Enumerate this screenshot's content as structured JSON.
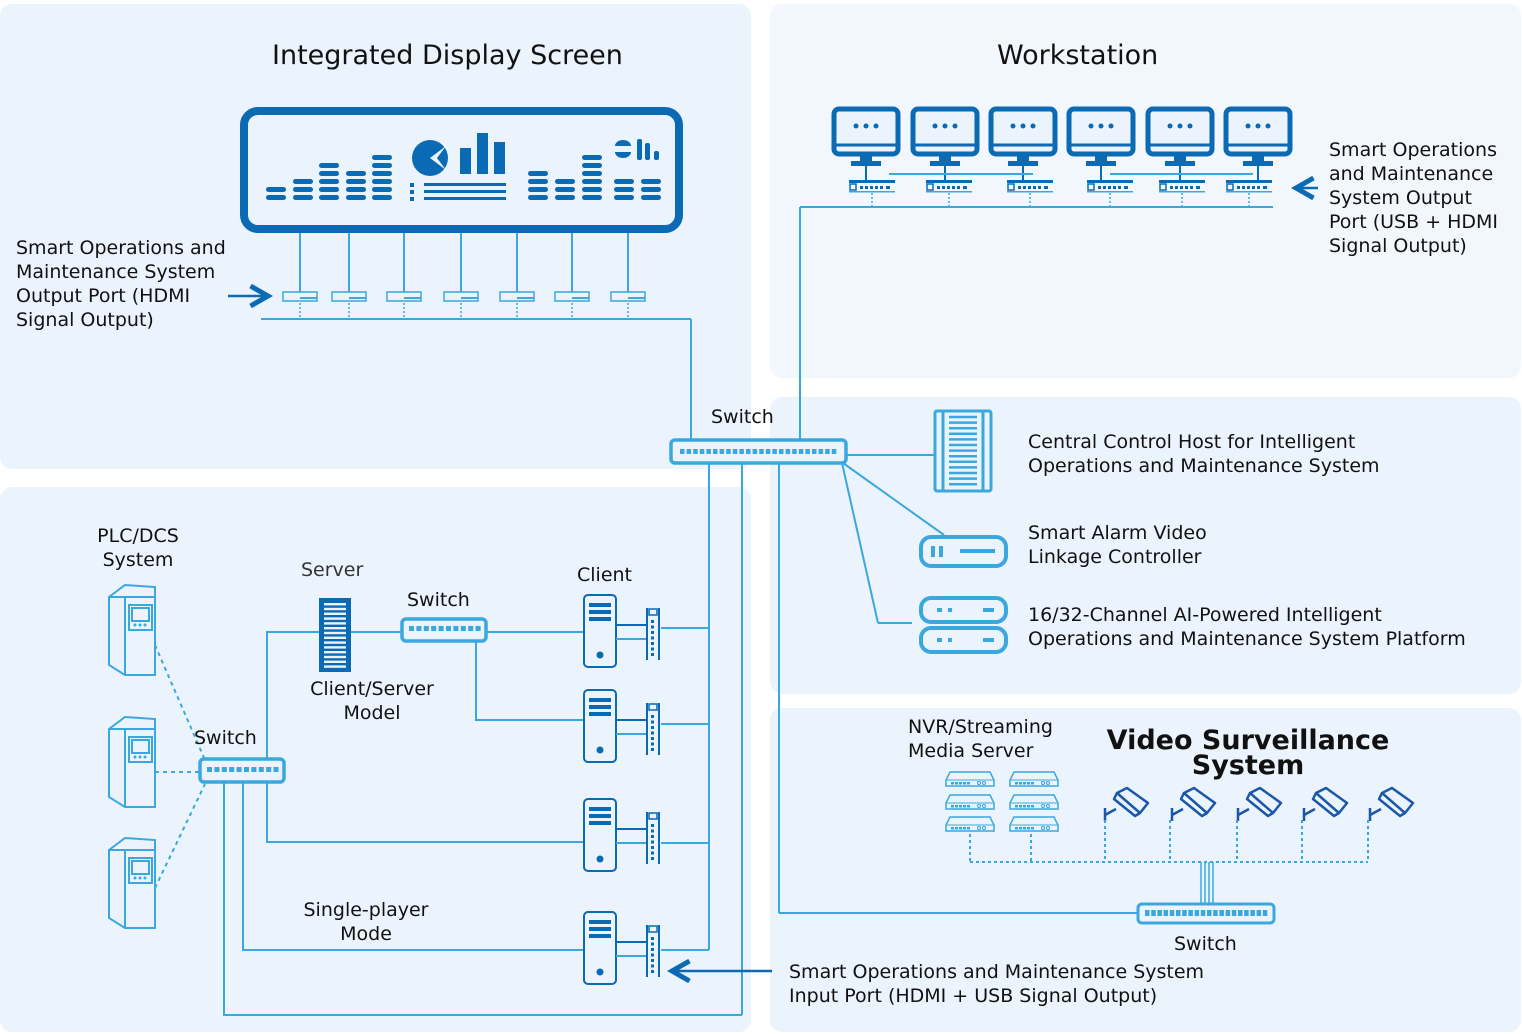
{
  "colors": {
    "panel_bg": "#ebf3fd",
    "dark_blue": "#0a6ab3",
    "light_blue": "#3aa8de",
    "text": "#111111"
  },
  "sections": {
    "display": {
      "title": "Integrated Display Screen",
      "output_label": "Smart Operations and Maintenance System Output Port (HDMI Signal Output)",
      "output_lines": [
        "Smart Operations and",
        "Maintenance System",
        "Output Port (HDMI",
        "Signal Output)"
      ],
      "screen_icon": "dashboard-screen-icon",
      "port_count": 7
    },
    "workstation": {
      "title": "Workstation",
      "monitor_count": 6,
      "monitor_icon": "monitor-icon",
      "output_lines": [
        "Smart Operations",
        "and Maintenance",
        "System Output",
        "Port (USB + HDMI",
        "Signal Output)"
      ]
    },
    "core": {
      "switch_label": "Switch",
      "devices": [
        {
          "icon": "server-rack-icon",
          "lines": [
            "Central Control Host for Intelligent",
            "Operations and Maintenance System"
          ]
        },
        {
          "icon": "controller-box-icon",
          "lines": [
            "Smart Alarm Video",
            "Linkage Controller"
          ]
        },
        {
          "icon": "platform-box-icon",
          "lines": [
            "16/32-Channel AI-Powered Intelligent",
            "Operations and Maintenance System Platform"
          ]
        }
      ]
    },
    "plant": {
      "plc_lines": [
        "PLC/DCS",
        "System"
      ],
      "plc_cabinet_count": 3,
      "switch_label": "Switch",
      "server_label": "Server",
      "inner_switch_label": "Switch",
      "client_label": "Client",
      "cs_model_lines": [
        "Client/Server",
        "Model"
      ],
      "single_mode_lines": [
        "Single-player",
        "Mode"
      ],
      "client_count": 4
    },
    "video": {
      "title_lines": [
        "Video Surveillance",
        "System"
      ],
      "nvr_lines": [
        "NVR/Streaming",
        "Media Server"
      ],
      "nvr_count": 6,
      "camera_count": 5,
      "switch_label": "Switch",
      "input_lines": [
        "Smart Operations and Maintenance System",
        "Input Port (HDMI + USB Signal Output)"
      ]
    }
  }
}
